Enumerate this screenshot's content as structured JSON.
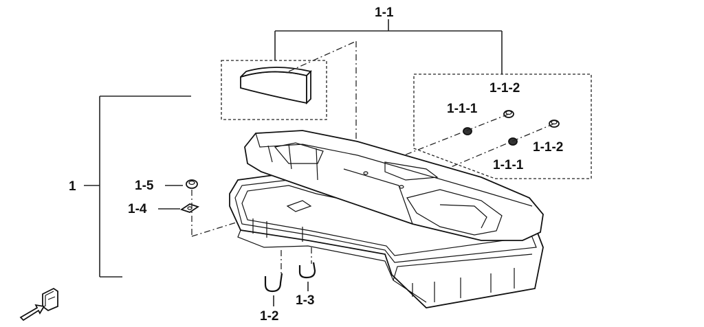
{
  "labels": {
    "l_1_1": "1-1",
    "l_1": "1",
    "l_1_1_2_top": "1-1-2",
    "l_1_1_1_top": "1-1-1",
    "l_1_1_2_bot": "1-1-2",
    "l_1_1_1_bot": "1-1-1",
    "l_1_5": "1-5",
    "l_1_4": "1-4",
    "l_1_2": "1-2",
    "l_1_3": "1-3"
  },
  "icons": {
    "front_arrow": "front-direction-arrow-icon"
  }
}
